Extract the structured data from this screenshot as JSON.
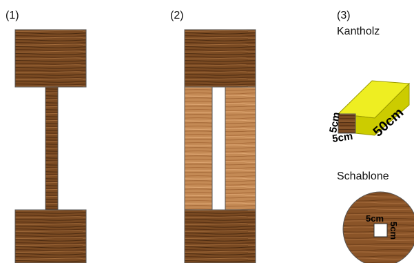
{
  "figures": [
    {
      "label": "(1)"
    },
    {
      "label": "(2)"
    },
    {
      "label": "(3)",
      "caption": "Kantholz"
    }
  ],
  "kantholz": {
    "dimensions": [
      "5cm",
      "5cm",
      "50cm"
    ],
    "side_color": "#cccc00",
    "top_color": "#eeee22"
  },
  "schablone": {
    "caption": "Schablone",
    "dimensions": [
      "5cm",
      "5cm"
    ]
  },
  "colors": {
    "wood_dark": "#7a4a22",
    "wood_light": "#c48a55",
    "outline": "#555555"
  }
}
